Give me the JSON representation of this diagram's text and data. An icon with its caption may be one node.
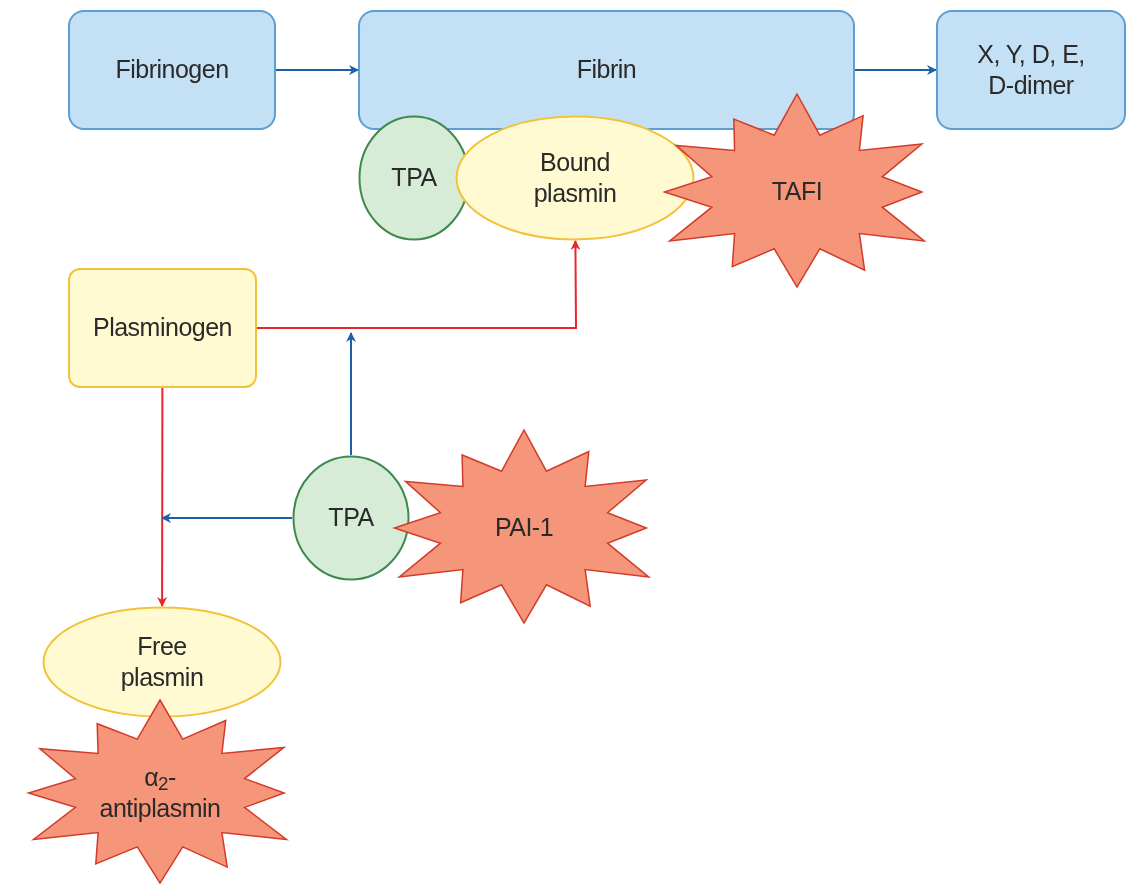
{
  "diagram": {
    "nodes": [
      {
        "text": [
          "Fibrinogen"
        ]
      },
      {
        "text": [
          "Fibrin"
        ]
      },
      {
        "text": [
          "X, Y, D, E, D-dimer"
        ]
      },
      {
        "text": [
          "TPA"
        ]
      },
      {
        "text": [
          "Bound plasmin"
        ]
      },
      {
        "text": [
          "TAFI"
        ]
      },
      {
        "text": [
          "Plasminogen"
        ]
      },
      {
        "text": [
          "TPA"
        ]
      },
      {
        "text": [
          "PAI-1"
        ]
      },
      {
        "text": [
          "Free plasmin"
        ]
      },
      {
        "text": [
          "α$_{2}$-antiplasmin"
        ]
      }
    ],
    "edges": [
      {
        "from": 0,
        "to": 1,
        "arrow": "to"
      },
      {
        "from": 1,
        "to": 2,
        "arrow": "to"
      },
      {
        "from": 6,
        "to": 4,
        "arrow": "to",
        "color": "#e8262c"
      },
      {
        "from": 7,
        "to": null,
        "arrow": "to"
      },
      {
        "from": 6,
        "to": 9,
        "arrow": "to",
        "color": "#e8262c"
      },
      {
        "from": 7,
        "to": null,
        "arrow": "to"
      }
    ]
  }
}
